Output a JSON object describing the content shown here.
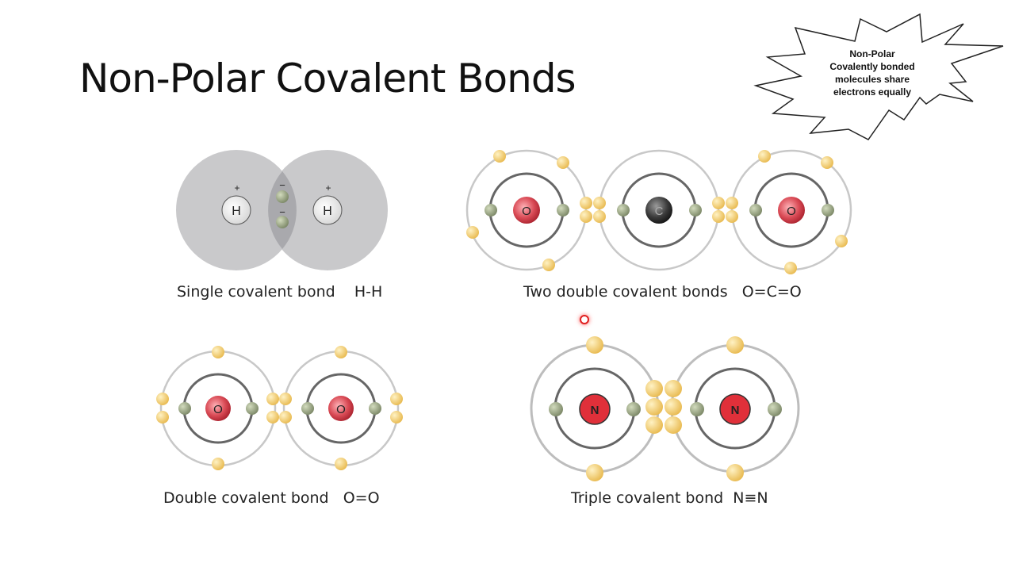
{
  "slide": {
    "title": "Non-Polar Covalent Bonds",
    "callout": {
      "line1": "Non-Polar",
      "line2": "Covalently bonded",
      "line3": "molecules share",
      "line4": "electrons equally"
    }
  },
  "diagrams": [
    {
      "id": "h2",
      "caption": "Single covalent bond    H-H",
      "atoms": [
        "H",
        "H"
      ],
      "charges": [
        "+",
        "−",
        "−",
        "+"
      ]
    },
    {
      "id": "co2",
      "caption": "Two double covalent bonds   O=C=O",
      "atoms": [
        "O",
        "C",
        "O"
      ]
    },
    {
      "id": "o2",
      "caption": "Double covalent bond   O=O",
      "atoms": [
        "O",
        "O"
      ]
    },
    {
      "id": "n2",
      "caption": "Triple covalent bond  N≡N",
      "atoms": [
        "N",
        "N"
      ]
    }
  ],
  "colors": {
    "oxygen": "#d9535f",
    "carbon": "#3a3a3a",
    "nitrogen": "#e0303a",
    "inner_electron": "#9aa584",
    "valence_electron": "#f4cf7a",
    "orbit_outer": "#c8c8c8",
    "orbit_inner": "#6a6a6a",
    "cloud": "#c9c9cb"
  }
}
